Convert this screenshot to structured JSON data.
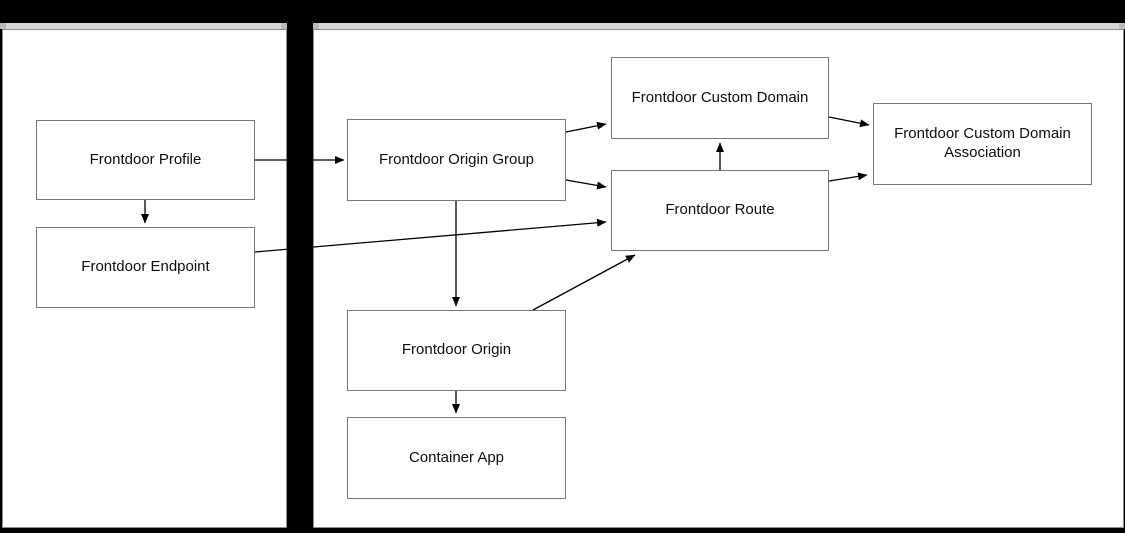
{
  "diagram": {
    "nodes": {
      "profile": {
        "label": "Frontdoor Profile"
      },
      "endpoint": {
        "label": "Frontdoor Endpoint"
      },
      "origin_group": {
        "label": "Frontdoor Origin Group"
      },
      "custom_domain": {
        "label": "Frontdoor Custom Domain"
      },
      "route": {
        "label": "Frontdoor Route"
      },
      "association": {
        "label": "Frontdoor Custom Domain Association"
      },
      "origin": {
        "label": "Frontdoor Origin"
      },
      "container_app": {
        "label": "Container App"
      }
    },
    "edges": [
      {
        "from": "profile",
        "to": "origin_group"
      },
      {
        "from": "profile",
        "to": "endpoint"
      },
      {
        "from": "endpoint",
        "to": "route"
      },
      {
        "from": "origin_group",
        "to": "custom_domain"
      },
      {
        "from": "origin_group",
        "to": "route"
      },
      {
        "from": "origin_group",
        "to": "origin"
      },
      {
        "from": "origin",
        "to": "container_app"
      },
      {
        "from": "origin",
        "to": "route"
      },
      {
        "from": "route",
        "to": "custom_domain"
      },
      {
        "from": "custom_domain",
        "to": "association"
      },
      {
        "from": "route",
        "to": "association"
      }
    ],
    "colors": {
      "background": "#000000",
      "panel_fill": "#ffffff",
      "panel_border": "#8c8c8c",
      "cap_fill": "#d4d5d5",
      "node_fill": "#ffffff",
      "node_border": "#777777",
      "edge": "#000000",
      "text": "#0e0e0e"
    }
  }
}
